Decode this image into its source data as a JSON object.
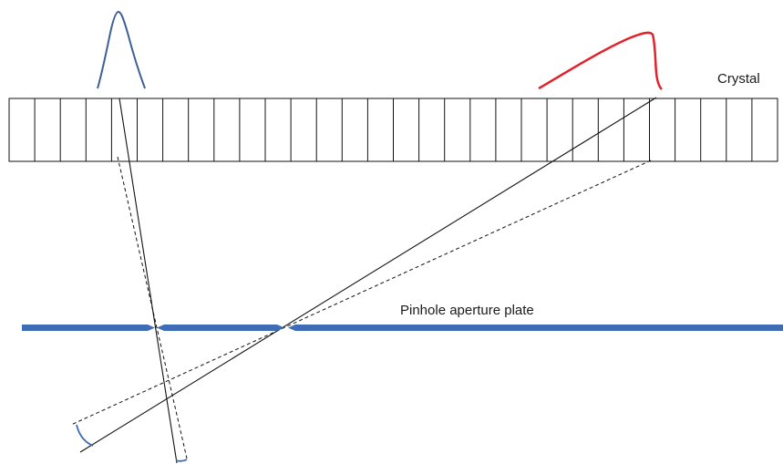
{
  "labels": {
    "crystal": "Crystal",
    "plate": "Pinhole aperture plate"
  },
  "crystal": {
    "segment_count": 30
  },
  "colors": {
    "plate": "#3f6db5",
    "left_profile": "#3d5f95",
    "right_profile": "#e2212a",
    "angle_arc": "#3f6db5",
    "ray_line": "#111111",
    "crystal_outline": "#111111"
  },
  "elements": [
    "crystal-detector-array",
    "pinhole-aperture-plate",
    "left-intensity-profile",
    "right-intensity-profile",
    "steep-solid-ray",
    "steep-dashed-ray",
    "oblique-solid-ray",
    "oblique-dashed-ray",
    "left-angle-arc",
    "right-angle-arc"
  ]
}
